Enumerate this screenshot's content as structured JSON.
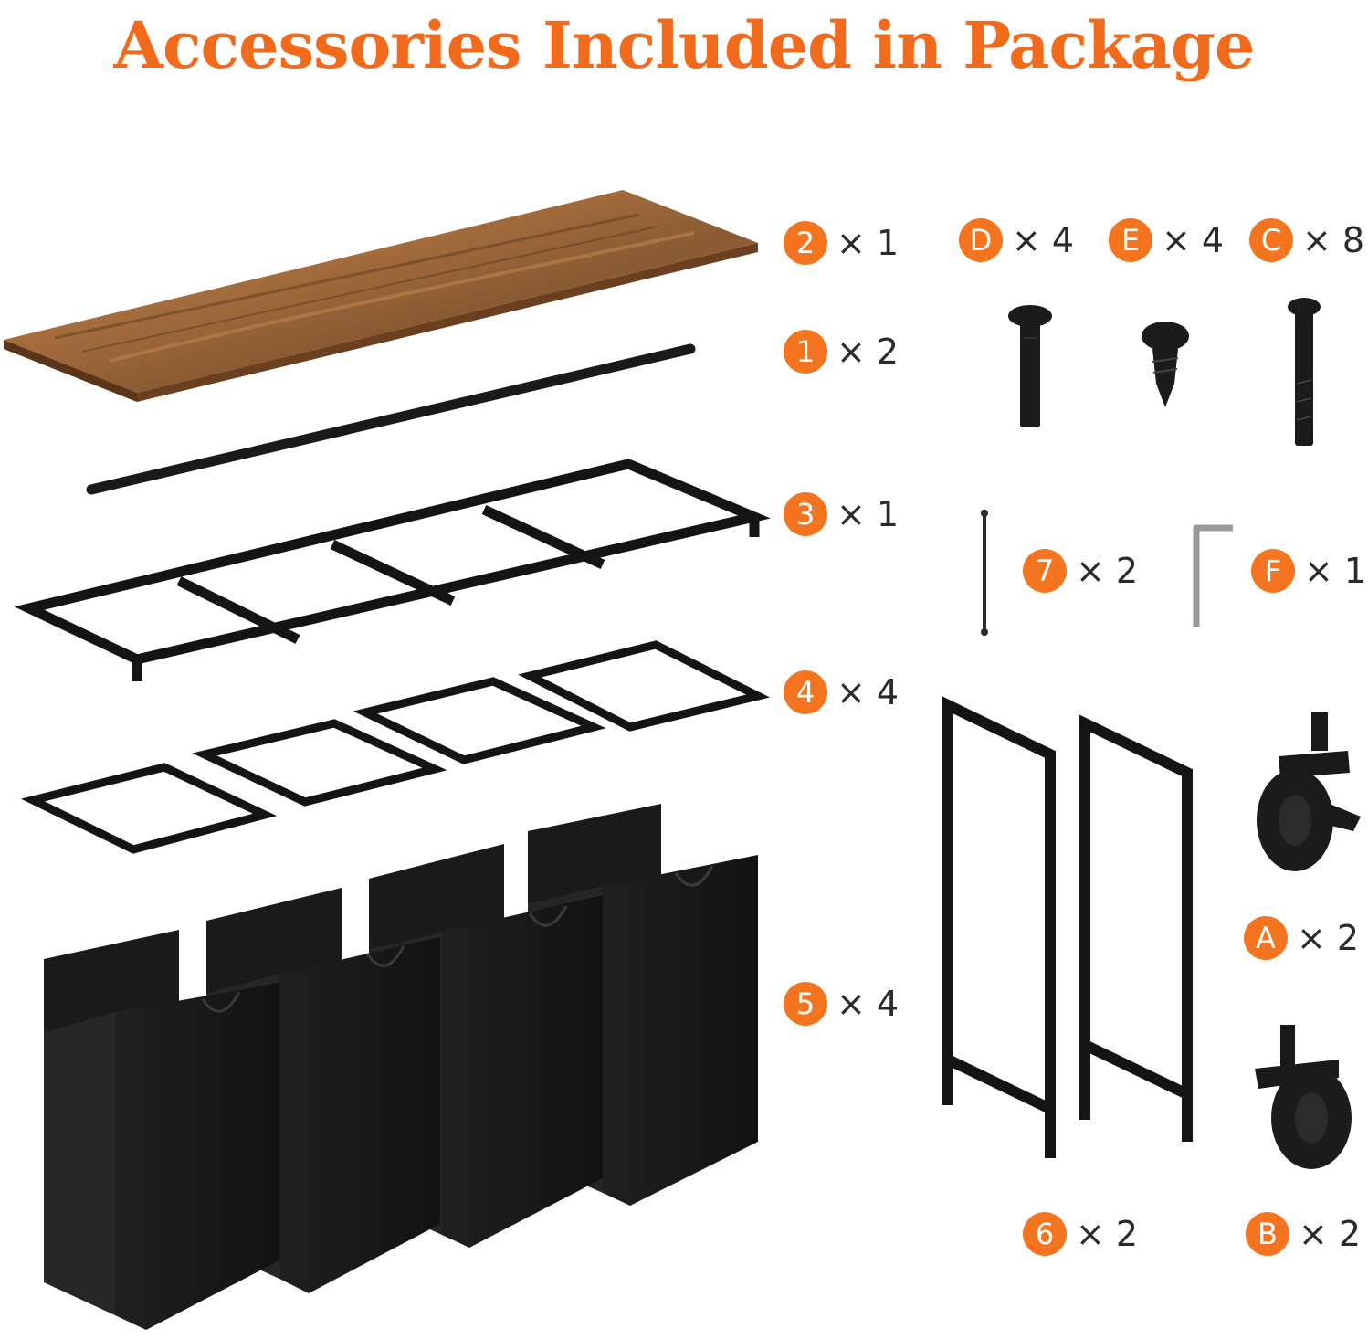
{
  "title": "Accessories Included in Package",
  "colors": {
    "accent": "#f26b1d",
    "badge": "#f5741f",
    "metal": "#1b1b1b",
    "wood": "#8a5a32"
  },
  "parts": [
    {
      "id": "2",
      "qty": "× 1",
      "item": "wood-top-panel"
    },
    {
      "id": "1",
      "qty": "× 2",
      "item": "hanging-rod"
    },
    {
      "id": "3",
      "qty": "× 1",
      "item": "top-frame"
    },
    {
      "id": "4",
      "qty": "× 4",
      "item": "bag-frame"
    },
    {
      "id": "5",
      "qty": "× 4",
      "item": "laundry-bag"
    },
    {
      "id": "D",
      "qty": "× 4",
      "item": "bolt"
    },
    {
      "id": "E",
      "qty": "× 4",
      "item": "screw"
    },
    {
      "id": "C",
      "qty": "× 8",
      "item": "long-bolt"
    },
    {
      "id": "7",
      "qty": "× 2",
      "item": "strap"
    },
    {
      "id": "F",
      "qty": "× 1",
      "item": "allen-key"
    },
    {
      "id": "A",
      "qty": "× 2",
      "item": "locking-caster"
    },
    {
      "id": "B",
      "qty": "× 2",
      "item": "caster"
    },
    {
      "id": "6",
      "qty": "× 2",
      "item": "side-frame"
    }
  ]
}
